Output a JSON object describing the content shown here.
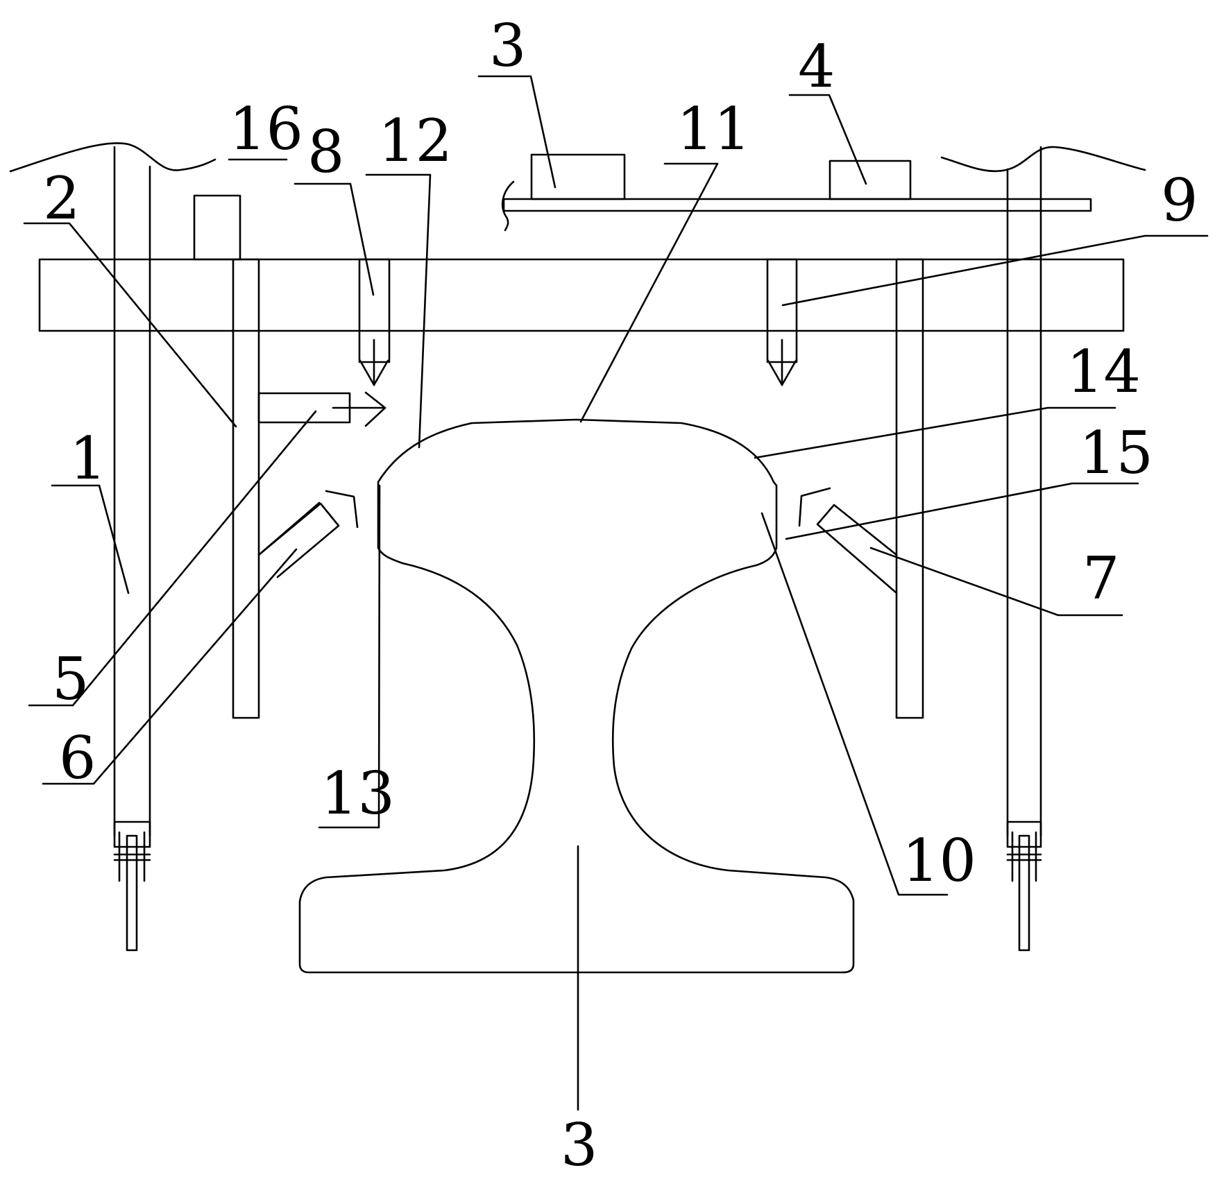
{
  "labels": {
    "l1": "1",
    "l2": "2",
    "l3a": "3",
    "l3b": "3",
    "l4": "4",
    "l5": "5",
    "l6": "6",
    "l7": "7",
    "l8": "8",
    "l9": "9",
    "l10": "10",
    "l11": "11",
    "l12": "12",
    "l13": "13",
    "l14": "14",
    "l15": "15",
    "l16": "16"
  }
}
